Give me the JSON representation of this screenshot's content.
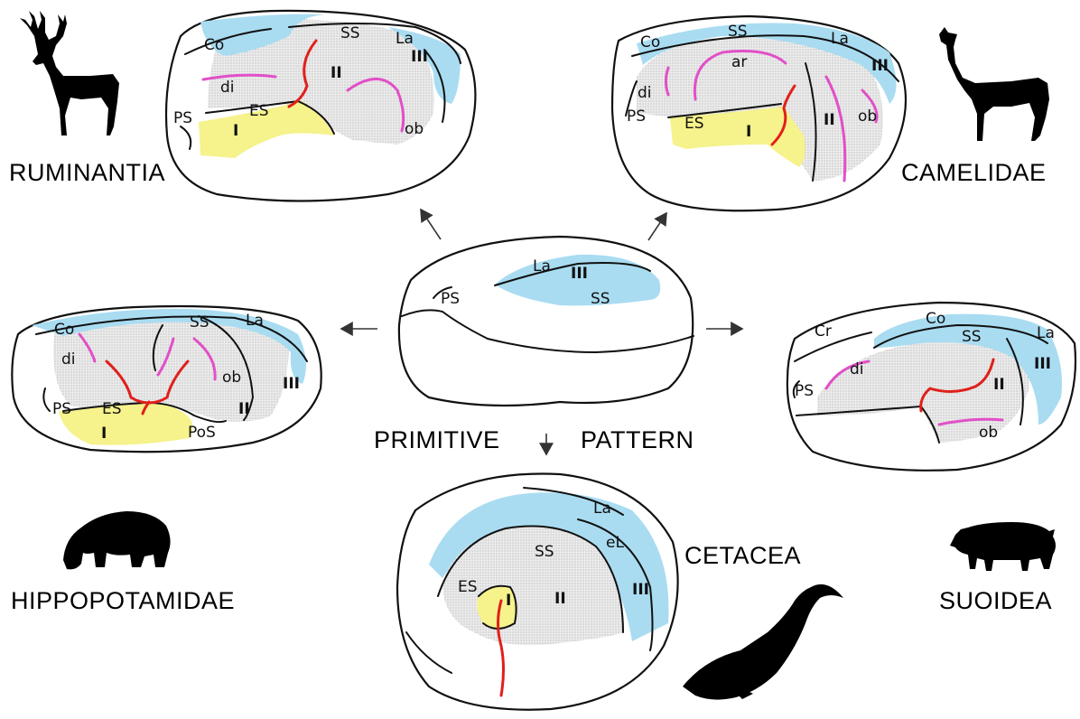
{
  "groups": {
    "ruminantia": "RUMINANTIA",
    "camelidae": "CAMELIDAE",
    "hippopotamidae": "HIPPOPOTAMIDAE",
    "suoidea": "SUOIDEA",
    "cetacea": "CETACEA",
    "primitive": "PRIMITIVE",
    "pattern": "PATTERN"
  },
  "labels": {
    "co": "Co",
    "ss": "SS",
    "la": "La",
    "di": "di",
    "ps": "PS",
    "es": "ES",
    "ob": "ob",
    "ar": "ar",
    "pos": "PoS",
    "cr": "Cr",
    "el": "eL",
    "one": "I",
    "two": "II",
    "three": "III"
  },
  "colors": {
    "auditory_area_I": "#f6f28c",
    "area_II": "#e9e9e9",
    "area_III": "#a9dcf1",
    "red_sulcus": "#e0201b",
    "pink_sulcus": "#e24fc8"
  }
}
